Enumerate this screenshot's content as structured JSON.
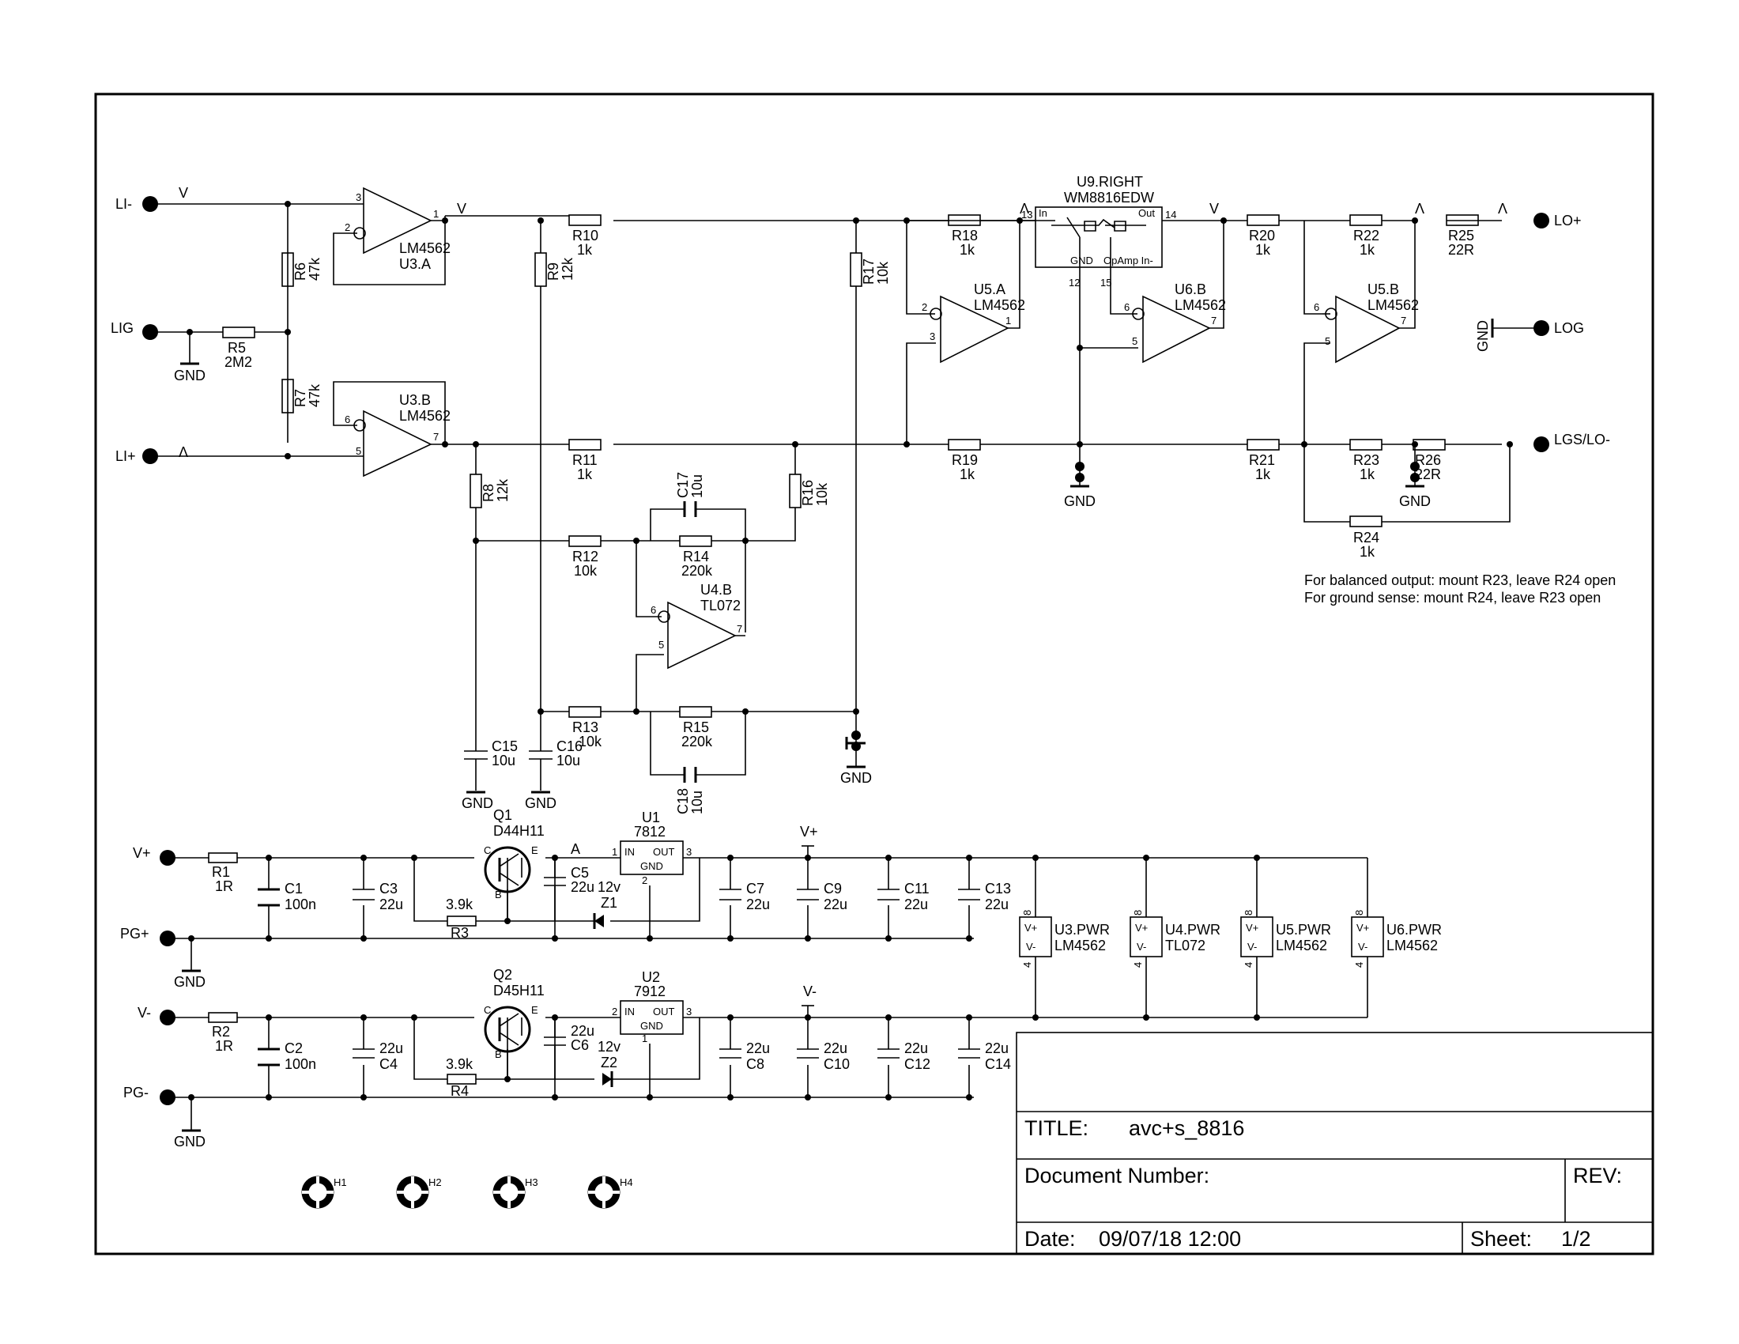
{
  "ports": {
    "li_minus": "LI-",
    "lig": "LIG",
    "li_plus": "LI+",
    "lo_plus": "LO+",
    "log": "LOG",
    "lgs_lo": "LGS/LO-",
    "v_plus": "V+",
    "pg_plus": "PG+",
    "v_minus": "V-",
    "pg_minus": "PG-"
  },
  "gnd": "GND",
  "signals": {
    "v_mark": "V",
    "lambda_mark": "Λ",
    "a_mark": "A"
  },
  "opamps": {
    "u3a": {
      "ref": "U3.A",
      "value": "LM4562",
      "p_plus": "3",
      "p_minus": "2",
      "p_out": "1"
    },
    "u3b": {
      "ref": "U3.B",
      "value": "LM4562",
      "p_plus": "5",
      "p_minus": "6",
      "p_out": "7"
    },
    "u4b": {
      "ref": "U4.B",
      "value": "TL072",
      "p_plus": "5",
      "p_minus": "6",
      "p_out": "7"
    },
    "u5a": {
      "ref": "U5.A",
      "value": "LM4562",
      "p_plus": "3",
      "p_minus": "2",
      "p_out": "1"
    },
    "u6b": {
      "ref": "U6.B",
      "value": "LM4562",
      "p_plus": "5",
      "p_minus": "6",
      "p_out": "7"
    },
    "u5b": {
      "ref": "U5.B",
      "value": "LM4562",
      "p_plus": "5",
      "p_minus": "6",
      "p_out": "7"
    }
  },
  "u9": {
    "ref": "U9.RIGHT",
    "value": "WM8816EDW",
    "in": "In",
    "out": "Out",
    "gnd": "GND",
    "opamp_in": "OpAmp In-",
    "p13": "13",
    "p14": "14",
    "p12": "12",
    "p15": "15"
  },
  "res": {
    "r1": [
      "R1",
      "1R"
    ],
    "r2": [
      "R2",
      "1R"
    ],
    "r3": [
      "R3",
      "3.9k"
    ],
    "r4": [
      "R4",
      "3.9k"
    ],
    "r5": [
      "R5",
      "2M2"
    ],
    "r6": [
      "R6",
      "47k"
    ],
    "r7": [
      "R7",
      "47k"
    ],
    "r8": [
      "R8",
      "12k"
    ],
    "r9": [
      "R9",
      "12k"
    ],
    "r10": [
      "R10",
      "1k"
    ],
    "r11": [
      "R11",
      "1k"
    ],
    "r12": [
      "R12",
      "10k"
    ],
    "r13": [
      "R13",
      "10k"
    ],
    "r14": [
      "R14",
      "220k"
    ],
    "r15": [
      "R15",
      "220k"
    ],
    "r16": [
      "R16",
      "10k"
    ],
    "r17": [
      "R17",
      "10k"
    ],
    "r18": [
      "R18",
      "1k"
    ],
    "r19": [
      "R19",
      "1k"
    ],
    "r20": [
      "R20",
      "1k"
    ],
    "r21": [
      "R21",
      "1k"
    ],
    "r22": [
      "R22",
      "1k"
    ],
    "r23": [
      "R23",
      "1k"
    ],
    "r24": [
      "R24",
      "1k"
    ],
    "r25": [
      "R25",
      "22R"
    ],
    "r26": [
      "R26",
      "22R"
    ]
  },
  "caps": {
    "c1": [
      "C1",
      "100n"
    ],
    "c2": [
      "C2",
      "100n"
    ],
    "c3": [
      "C3",
      "22u"
    ],
    "c4": [
      "C4",
      "22u"
    ],
    "c5": [
      "C5",
      "22u"
    ],
    "c6": [
      "C6",
      "22u"
    ],
    "c7": [
      "C7",
      "22u"
    ],
    "c8": [
      "C8",
      "22u"
    ],
    "c9": [
      "C9",
      "22u"
    ],
    "c10": [
      "C10",
      "22u"
    ],
    "c11": [
      "C11",
      "22u"
    ],
    "c12": [
      "C12",
      "22u"
    ],
    "c13": [
      "C13",
      "22u"
    ],
    "c14": [
      "C14",
      "22u"
    ],
    "c15": [
      "C15",
      "10u"
    ],
    "c16": [
      "C16",
      "10u"
    ],
    "c17": [
      "C17",
      "10u"
    ],
    "c18": [
      "C18",
      "10u"
    ]
  },
  "transistors": {
    "q1": [
      "Q1",
      "D44H11"
    ],
    "q2": [
      "Q2",
      "D45H11"
    ],
    "c": "C",
    "b": "B",
    "e": "E"
  },
  "zeners": {
    "z1": [
      "Z1",
      "12v"
    ],
    "z2": [
      "Z2",
      "12v"
    ]
  },
  "regs": {
    "u1": {
      "ref": "U1",
      "value": "7812",
      "in": "IN",
      "out": "OUT",
      "gnd": "GND",
      "p1": "1",
      "p2": "2",
      "p3": "3"
    },
    "u2": {
      "ref": "U2",
      "value": "7912",
      "in": "IN",
      "out": "OUT",
      "gnd": "GND",
      "p1": "1",
      "p2": "2",
      "p3": "3"
    }
  },
  "rail_labels": {
    "vplus": "V+",
    "vminus": "V-"
  },
  "pwr": {
    "u3": [
      "U3.PWR",
      "LM4562"
    ],
    "u4": [
      "U4.PWR",
      "TL072"
    ],
    "u5": [
      "U5.PWR",
      "LM4562"
    ],
    "u6": [
      "U6.PWR",
      "LM4562"
    ],
    "vp": "V+",
    "vm": "V-",
    "p8": "8",
    "p4": "4"
  },
  "holes": [
    "H1",
    "H2",
    "H3",
    "H4"
  ],
  "notes": [
    "For balanced output: mount R23, leave R24 open",
    "For ground sense: mount R24, leave R23 open"
  ],
  "titleblock": {
    "title_label": "TITLE:",
    "title": "avc+s_8816",
    "docnum_label": "Document Number:",
    "rev_label": "REV:",
    "date_label": "Date:",
    "date": "09/07/18 12:00",
    "sheet_label": "Sheet:",
    "sheet": "1/2"
  }
}
